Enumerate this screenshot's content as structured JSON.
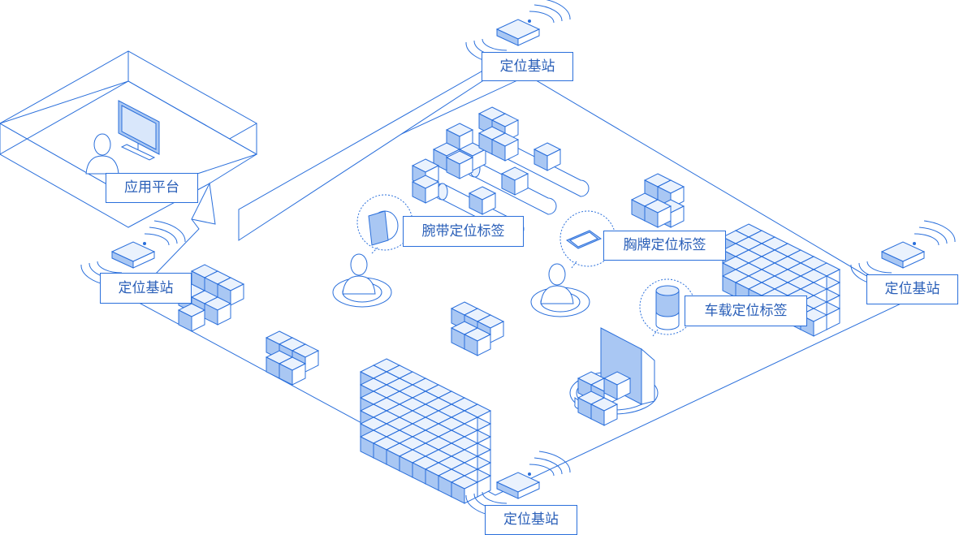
{
  "colors": {
    "line": "#2a6fdb",
    "fill_light": "#d9e7fb",
    "fill_mid": "#a9c7f3",
    "background": "#ffffff"
  },
  "labels": {
    "station_top": "定位基站",
    "station_left": "定位基站",
    "station_right": "定位基站",
    "station_bottom": "定位基站",
    "app_platform": "应用平台",
    "wrist_tag": "腕带定位标签",
    "badge_tag": "胸牌定位标签",
    "vehicle_tag": "车载定位标签"
  },
  "icons": [
    "base-station-icon",
    "monitor-icon",
    "person-icon",
    "wristband-icon",
    "badge-icon",
    "vehicle-tag-icon",
    "forklift-icon",
    "conveyor-icon",
    "box-stack-icon"
  ]
}
